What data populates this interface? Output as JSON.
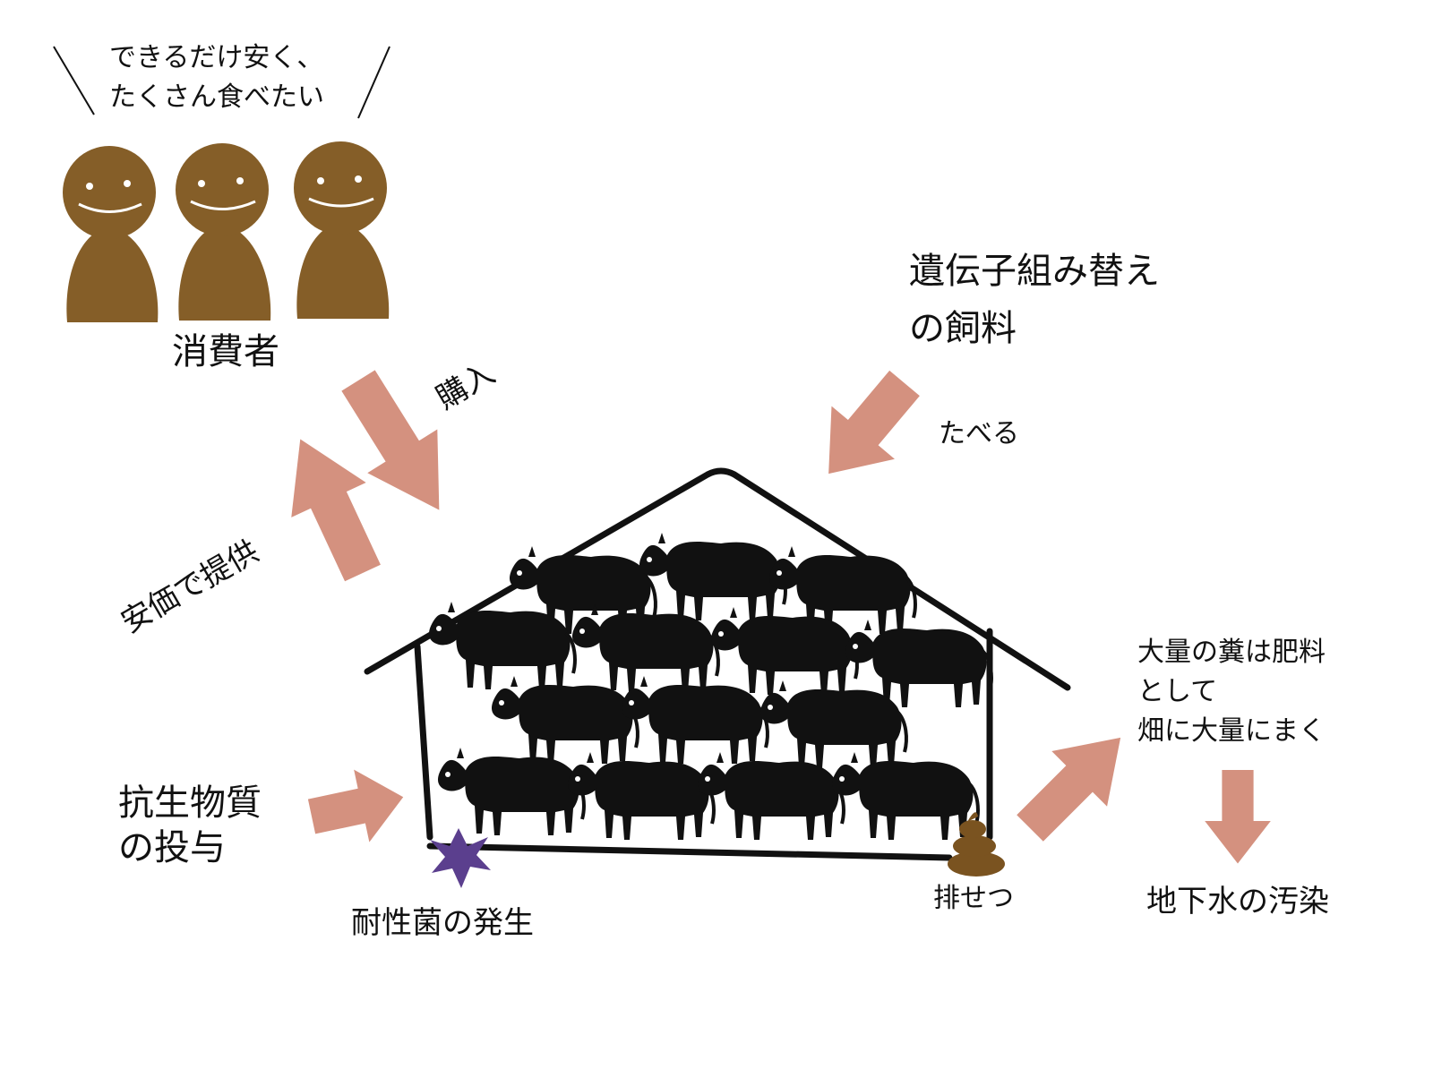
{
  "colors": {
    "person": "#855e28",
    "arrow": "#d4917f",
    "bacteria": "#5b3f8e",
    "poop": "#7a5320",
    "line": "#111111"
  },
  "consumer_speech": [
    "できるだけ安く、",
    "たくさん食べたい"
  ],
  "consumer_label": "消費者",
  "purchase_label": "購入",
  "provide_label": "安価で提供",
  "feed_label": [
    "遺伝子組み替え",
    "の飼料"
  ],
  "eat_label": "たべる",
  "manure_label": [
    "大量の糞は肥料",
    "として",
    "畑に大量にまく"
  ],
  "groundwater_label": "地下水の汚染",
  "antibiotic_label": [
    "抗生物質",
    "の投与"
  ],
  "resistant_label": "耐性菌の発生",
  "excretion_label": "排せつ"
}
